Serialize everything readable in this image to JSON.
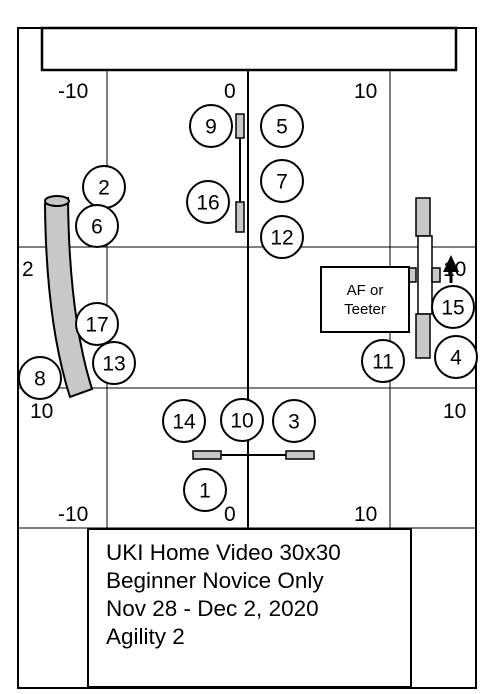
{
  "axis_labels": {
    "top_left": "-10",
    "top_center": "0",
    "top_right": "10",
    "left_edge_partial": "2",
    "left_bottom": "10",
    "right_top_partial": "10",
    "right_bottom": "10",
    "bottom_left": "-10",
    "bottom_center": "0",
    "bottom_right": "10"
  },
  "obstacles": [
    "1",
    "2",
    "3",
    "4",
    "5",
    "6",
    "7",
    "8",
    "9",
    "10",
    "11",
    "12",
    "13",
    "14",
    "15",
    "16",
    "17"
  ],
  "af_box": {
    "line1": "AF or",
    "line2": "Teeter"
  },
  "title": {
    "line1": "UKI Home Video 30x30",
    "line2": "Beginner Novice Only",
    "line3": "Nov 28 - Dec 2, 2020",
    "line4": "Agility 2"
  },
  "colors": {
    "line": "#000000",
    "equipment_fill": "#c8c8c8",
    "background": "#ffffff"
  }
}
